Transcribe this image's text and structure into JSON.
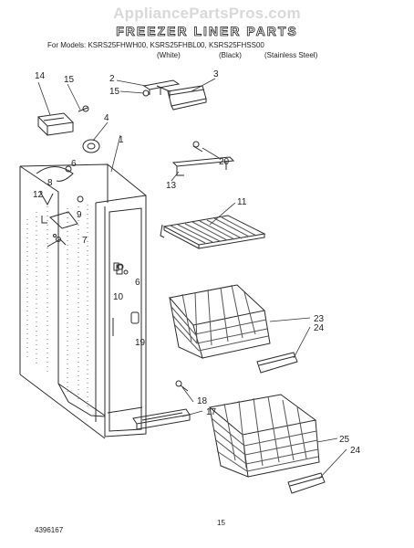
{
  "header": {
    "watermark": "AppliancePartsPros.com",
    "title": "FREEZER LINER PARTS",
    "models_line": "For Models: KSRS25FHWH00, KSRS25FHBL00, KSRS25FHSS00",
    "variants": [
      "(White)",
      "(Black)",
      "(Stainless Steel)"
    ]
  },
  "callouts": {
    "c14": "14",
    "c15a": "15",
    "c2": "2",
    "c15b": "15",
    "c3": "3",
    "c4": "4",
    "c1": "1",
    "c6a": "6",
    "c8": "8",
    "c12": "12",
    "c9": "9",
    "c7": "7",
    "c20": "20",
    "c13": "13",
    "c11": "11",
    "c6b": "6",
    "c10": "10",
    "c19": "19",
    "c23": "23",
    "c24a": "24",
    "c18": "18",
    "c17": "17",
    "c25": "25",
    "c24b": "24"
  },
  "footer": {
    "doc_number": "4396167",
    "page_number": "15"
  }
}
